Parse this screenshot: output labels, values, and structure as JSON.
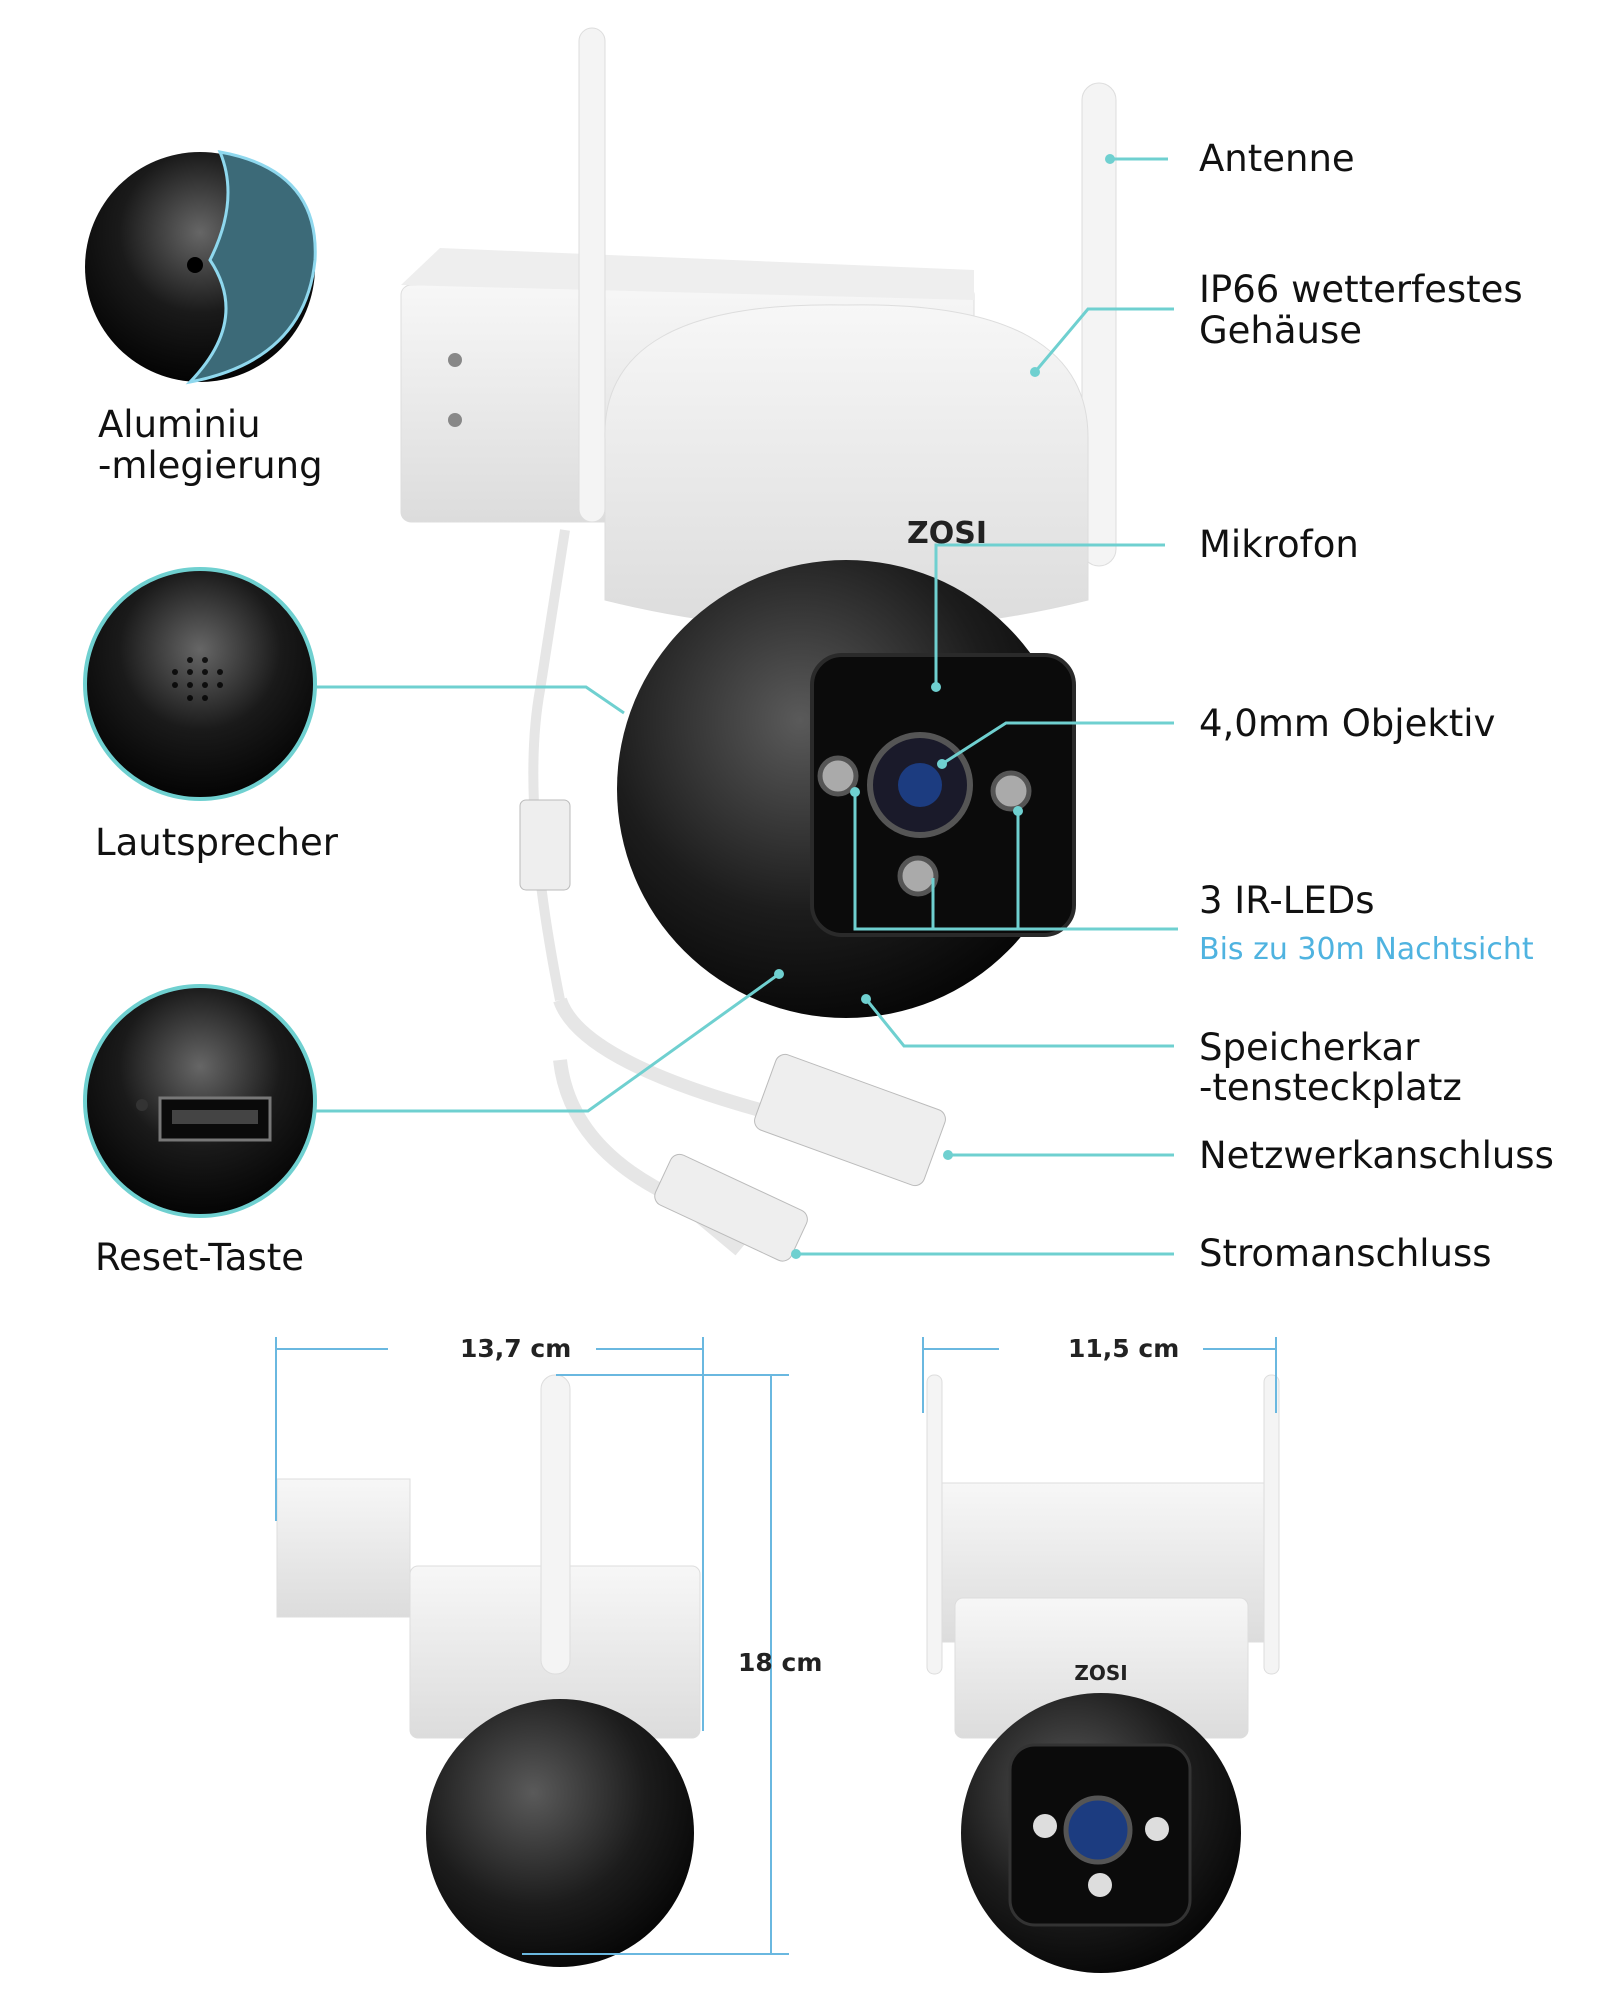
{
  "brand": "ZOSI",
  "colors": {
    "accent_line": "#6fd0d0",
    "subtitle": "#4fb3e0",
    "dimension_line": "#6ab8e0"
  },
  "callouts_right": {
    "antenna": "Antenne",
    "housing_line1": "IP66 wetterfestes",
    "housing_line2": "Gehäuse",
    "microphone": "Mikrofon",
    "lens": "4,0mm Objektiv",
    "ir_leds": "3 IR-LEDs",
    "ir_leds_sub": "Bis zu 30m Nachtsicht",
    "sd_slot_line1": "Speicherkar",
    "sd_slot_line2": "-tensteckplatz",
    "network": "Netzwerkanschluss",
    "power": "Stromanschluss"
  },
  "callouts_left": {
    "aluminium_line1": "Aluminiu",
    "aluminium_line2": "-mlegierung",
    "speaker": "Lautsprecher",
    "reset": "Reset-Taste"
  },
  "dimensions": {
    "width_side": "13,7 cm",
    "height": "18 cm",
    "width_front": "11,5 cm"
  }
}
